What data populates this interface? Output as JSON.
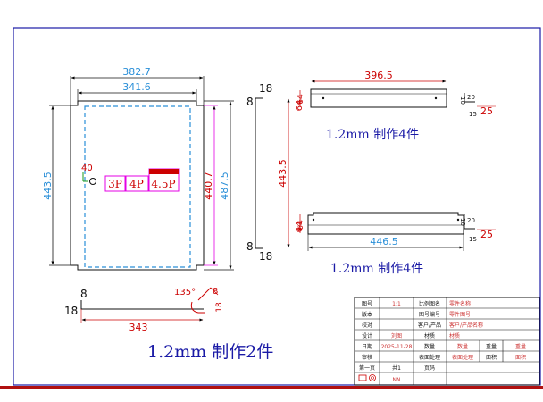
{
  "colors": {
    "frame": "#1a1aa6",
    "outline": "#111111",
    "dim_cyan": "#2a8fd8",
    "dim_red": "#cc0000",
    "dim_magenta": "#e400e4",
    "title_red": "#cc3333",
    "bottom_bar": "#b01010"
  },
  "main_panel": {
    "outer_width": "382.7",
    "inner_width": "341.6",
    "left_height": "443.5",
    "right_inner_height": "440.7",
    "right_outer_height": "487.5",
    "hole_dim": "40",
    "bend_tags": [
      "3P",
      "4P",
      "4.5P"
    ]
  },
  "side_strip": {
    "top_width": "18",
    "bottom_width": "18",
    "inner_top": "64",
    "length": "443.5",
    "inner_bottom": "64"
  },
  "top_rail": {
    "length": "396.5",
    "flange_top": "64",
    "sec_a": "10",
    "sec_b": "20",
    "sec_c": "15",
    "sec_d": "25",
    "note": "1.2mm 制作4件"
  },
  "bottom_rail": {
    "length": "446.5",
    "flange": "64",
    "sec_a": "10",
    "sec_b": "20",
    "sec_c": "15",
    "sec_d": "25",
    "note": "1.2mm 制作4件"
  },
  "angle_part": {
    "flange_w": "8",
    "flange_h": "18",
    "length": "343",
    "angle": "135°",
    "tab_a": "8",
    "tab_b": "18",
    "note": "1.2mm 制作2件"
  },
  "title_block": {
    "r1": [
      "图号",
      "1:1",
      "比例图名",
      "零件名称"
    ],
    "r2": [
      "版本",
      "",
      "图号编号",
      "零件图号"
    ],
    "r3": [
      "校对",
      "",
      "客户/产品",
      "客户/产品名称"
    ],
    "r4": [
      "设计",
      "刘图",
      "材质",
      "材质"
    ],
    "r5": [
      "日期",
      "2025-11-28",
      "数量",
      "数量",
      "重量",
      "重量"
    ],
    "r6": [
      "审核",
      "",
      "表面处理",
      "表面处理",
      "面积",
      "面积"
    ],
    "r7": [
      "第一页",
      "共1",
      "页码"
    ],
    "r8": [
      "",
      "NN",
      ""
    ]
  }
}
